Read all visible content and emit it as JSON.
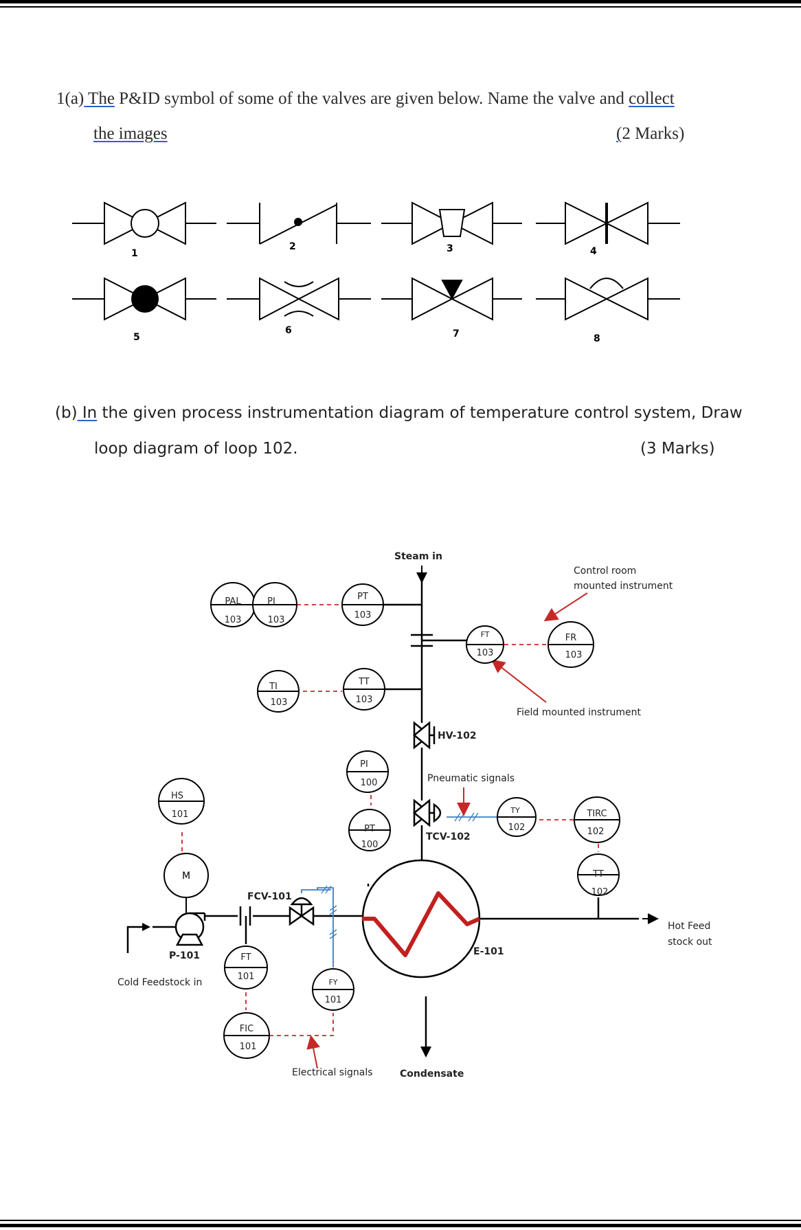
{
  "part_a": {
    "prefix": "1(a)",
    "underlined_word": " The",
    "text": " P&ID symbol of some of the valves are given below. Name the valve and ",
    "collect": "collect",
    "the_images": "the  images",
    "marks_open": "(",
    "marks": "2 Marks)"
  },
  "valves": {
    "labels": [
      "1",
      "2",
      "3",
      "4",
      "5",
      "6",
      "7",
      "8"
    ]
  },
  "part_b": {
    "prefix": "(b)",
    "underlined_word": " In",
    "text": " the given process instrumentation diagram of temperature control system, Draw",
    "line2": "loop diagram of loop 102.",
    "marks": "(3 Marks)"
  },
  "diagram": {
    "steam_in": "Steam in",
    "control_room_line1": "Control room",
    "control_room_line2": "mounted instrument",
    "field_mounted": "Field mounted instrument",
    "pneumatic": "Pneumatic signals",
    "electrical": "Electrical signals",
    "condensate": "Condensate",
    "cold_feed": "Cold Feedstock in",
    "hot_feed_line1": "Hot Feed",
    "hot_feed_line2": "stock out",
    "hv": "HV-102",
    "tcv": "TCV-102",
    "fcv": "FCV-101",
    "pump": "P-101",
    "exchanger": "E-101",
    "motor": "M",
    "instruments": {
      "pal_tag": "PAL",
      "pal_num": "103",
      "pi103_tag": "PI",
      "pi103_num": "103",
      "pt103_tag": "PT",
      "pt103_num": "103",
      "ft103_tag": "FT",
      "ft103_num": "103",
      "fr103_tag": "FR",
      "fr103_num": "103",
      "ti103_tag": "TI",
      "ti103_num": "103",
      "tt103_tag": "TT",
      "tt103_num": "103",
      "pi100_tag": "PI",
      "pi100_num": "100",
      "pt100_tag": "PT",
      "pt100_num": "100",
      "hs101_tag": "HS",
      "hs101_num": "101",
      "ty102_tag": "TY",
      "ty102_num": "102",
      "tirc102_tag": "TIRC",
      "tirc102_num": "102",
      "tt102_tag": "TT",
      "tt102_num": "102",
      "ft101_tag": "FT",
      "ft101_num": "101",
      "fy101_tag": "FY",
      "fy101_num": "101",
      "fic101_tag": "FIC",
      "fic101_num": "101"
    }
  },
  "colors": {
    "signal_red": "#c62828",
    "pneumatic_blue": "#3b7fc4",
    "heater_red": "#c21f1f",
    "underline_blue": "#2d5fd3"
  }
}
